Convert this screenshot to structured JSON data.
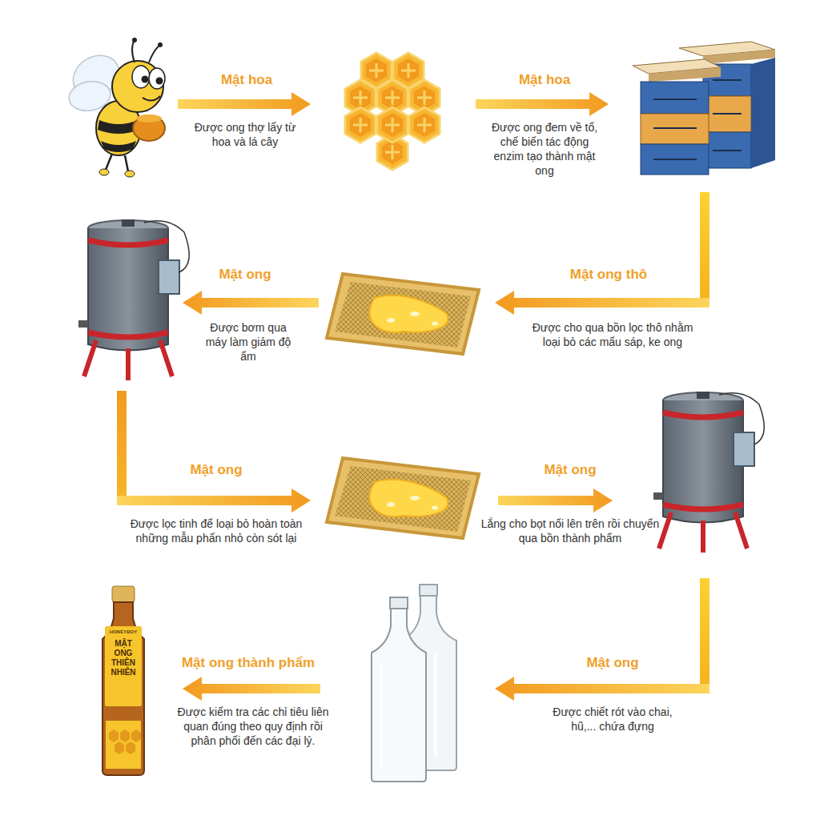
{
  "diagram": {
    "nodes": [
      {
        "text": [
          "HONEYBOY",
          "MẬT ONG THIÊN NHIÊN"
        ]
      }
    ],
    "labels": [
      "Mật hoa",
      "Được ong thợ lấy từ hoa và lá cây",
      "Mật hoa",
      "Được ong đem về tổ, chế biến tác động enzim tạo thành mật ong",
      "Mật ong thô",
      "Được cho qua bồn lọc thô nhằm loại bỏ các mẩu sáp, ke ong",
      "Mật ong",
      "Được bơm qua máy làm giảm độ ẩm",
      "Mật ong",
      "Được lọc tinh để loại bỏ hoàn toàn những mẫu phấn nhỏ còn sót lại",
      "Mật ong",
      "Lắng cho bọt nổi lên trên rồi chuyển qua bồn thành phẩm",
      "Mật ong",
      "Được chiết rót vào chai, hũ,... chứa đựng",
      "Mật ong thành phẩm",
      "Được kiểm tra các chỉ tiêu liên quan đúng theo quy định rồi phân phối đến các đại lý."
    ]
  }
}
